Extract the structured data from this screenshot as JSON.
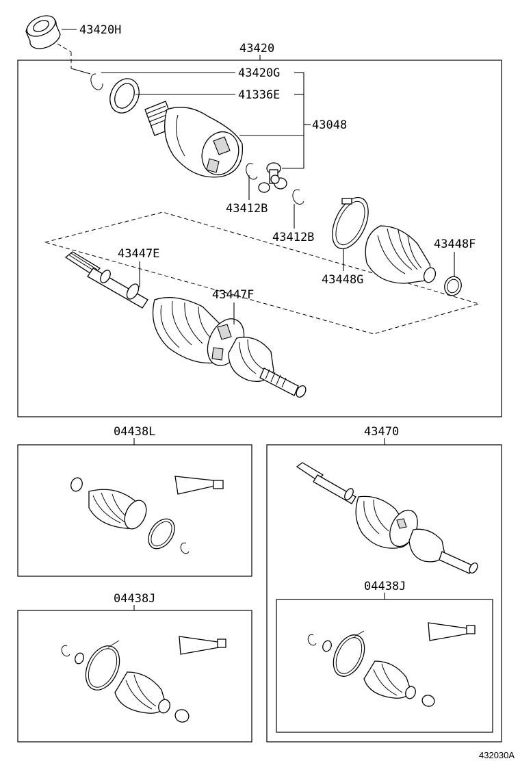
{
  "labels": {
    "p43420H": "43420H",
    "p43420": "43420",
    "p43420G": "43420G",
    "p41336E": "41336E",
    "p43048": "43048",
    "p43412B_a": "43412B",
    "p43412B_b": "43412B",
    "p43447E": "43447E",
    "p43447F": "43447F",
    "p43448G": "43448G",
    "p43448F": "43448F",
    "p04438L": "04438L",
    "p43470": "43470",
    "p04438J_left": "04438J",
    "p04438J_right": "04438J"
  },
  "figure_ref": "432030A"
}
